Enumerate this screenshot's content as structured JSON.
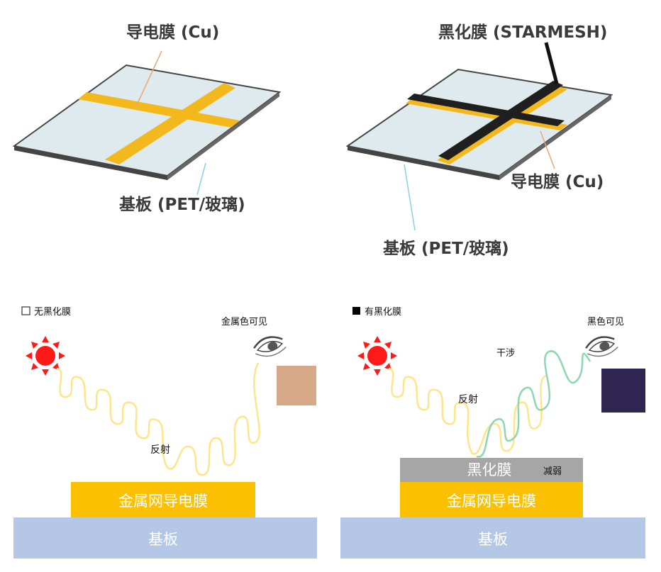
{
  "top_left": {
    "conductive_film_label": "导电膜 (Cu)",
    "substrate_label": "基板 (PET/玻璃)"
  },
  "top_right": {
    "blackened_film_label": "黑化膜 (STARMESH)",
    "conductive_film_label": "导电膜 (Cu)",
    "substrate_label": "基板 (PET/玻璃)"
  },
  "bottom_left": {
    "legend_label": "无黑化膜",
    "view_label": "金属色可见",
    "reflection_label": "反射",
    "metal_mesh_label": "金属网导电膜",
    "substrate_label": "基板"
  },
  "bottom_right": {
    "legend_label": "有黑化膜",
    "view_label": "黑色可见",
    "interference_label": "干涉",
    "reflection_label": "反射",
    "blackened_layer_label": "黑化膜",
    "attenuation_label": "减弱",
    "metal_mesh_label": "金属网导电膜",
    "substrate_label": "基板"
  },
  "colors": {
    "copper_yellow": "#f2b81c",
    "black_film": "#1f1f1f",
    "plate_top": "#dfeaee",
    "plate_edge": "#555555",
    "layer_gold": "#fbc000",
    "layer_gray": "#a6a6a6",
    "layer_substrate": "#b4c7e7",
    "wave_yellow": "#ffe58a",
    "wave_green": "#8fd6b0",
    "sun_red": "#ff1a1a",
    "metal_swatch": "#d8a989",
    "black_swatch": "#2e2550",
    "leader_line": "#e9a774",
    "leader_line_blue": "#8fd0e0"
  }
}
